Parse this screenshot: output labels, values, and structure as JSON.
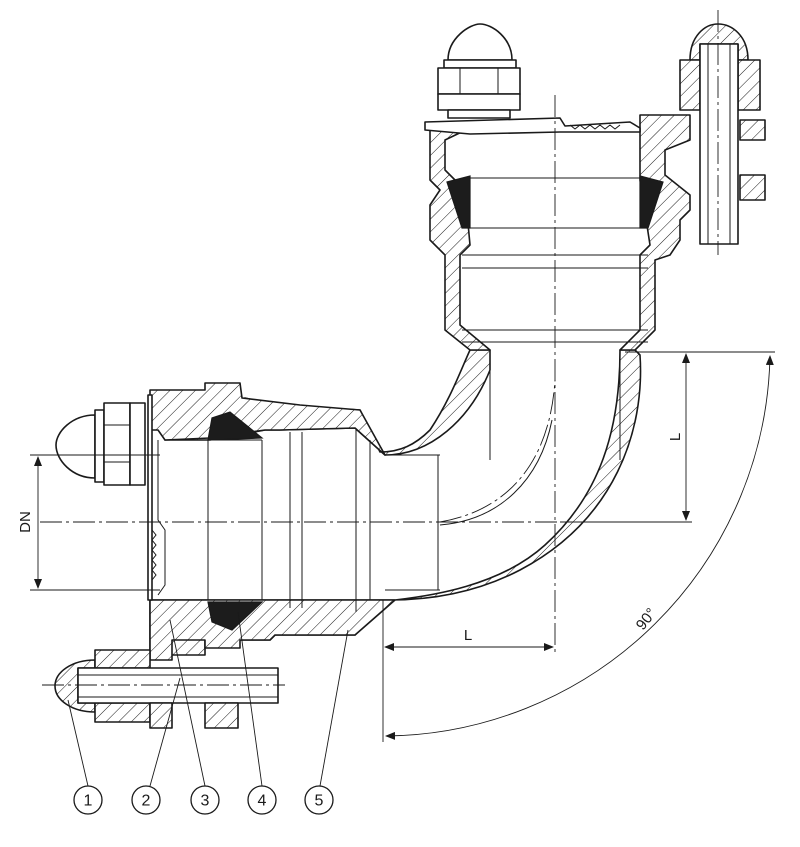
{
  "dimensions": {
    "nominal_diameter": "DN",
    "leg_length_vertical": "L",
    "leg_length_horizontal": "L",
    "angle": "90°"
  },
  "callouts": [
    {
      "number": "1"
    },
    {
      "number": "2"
    },
    {
      "number": "3"
    },
    {
      "number": "4"
    },
    {
      "number": "5"
    }
  ]
}
